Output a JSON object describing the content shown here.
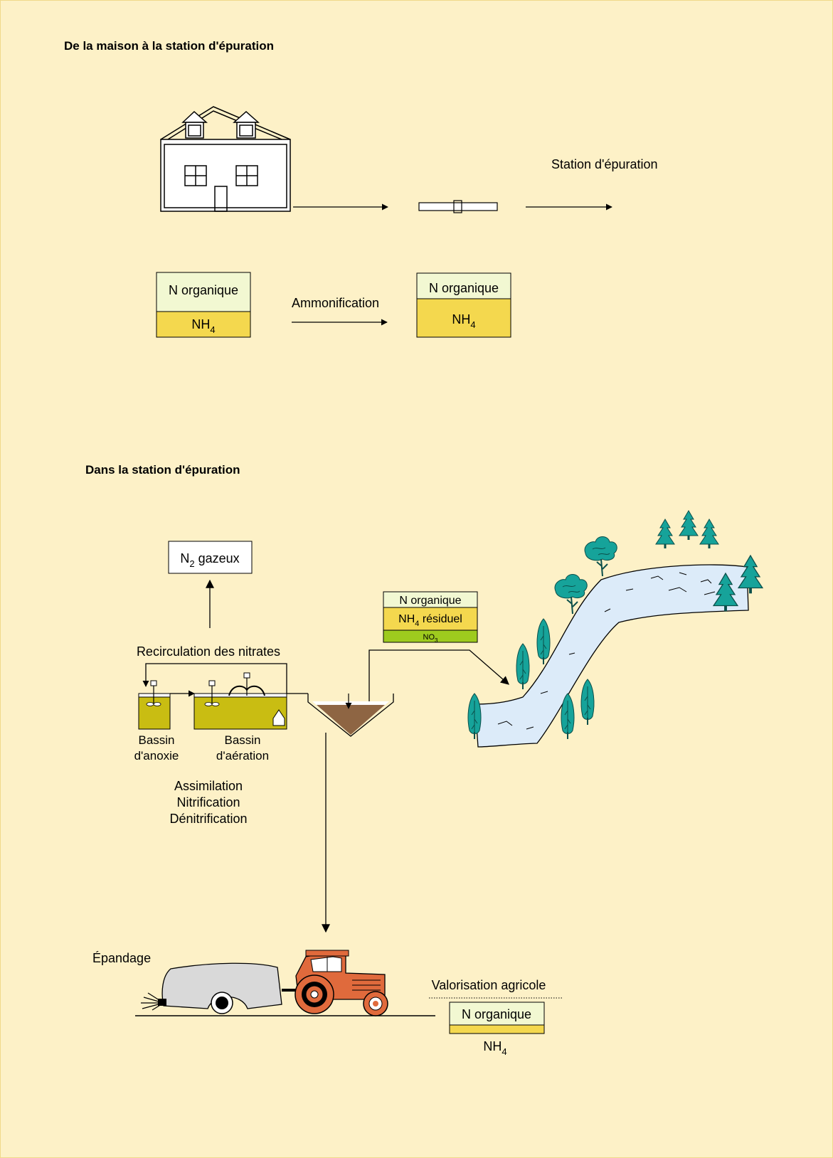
{
  "colors": {
    "background": "#fdf1c7",
    "frame_border": "#f0d98a",
    "n_organique": "#f2f8d2",
    "nh4": "#f4d84e",
    "no3": "#9ecb1e",
    "basin_liquid": "#c9bd12",
    "sludge": "#7a4a22",
    "river": "#dcebf9",
    "tree": "#16a39a",
    "tractor": "#e06a3c",
    "tank": "#d9d9d9"
  },
  "section1": {
    "title": "De la maison à la station d'épuration",
    "station_label": "Station d'épuration",
    "box_left": {
      "n_organique": "N organique",
      "nh4_base": "NH",
      "nh4_sub": "4"
    },
    "process_label": "Ammonification",
    "box_right": {
      "n_organique": "N organique",
      "nh4_base": "NH",
      "nh4_sub": "4"
    },
    "icons": [
      "house-icon",
      "pipe-icon"
    ]
  },
  "section2": {
    "title": "Dans la station d'épuration",
    "gas_box": {
      "base": "N",
      "sub": "2",
      "rest": " gazeux"
    },
    "recirculation_label": "Recirculation des nitrates",
    "basin_anoxie": [
      "Bassin",
      "d'anoxie"
    ],
    "basin_aeration": [
      "Bassin",
      "d'aération"
    ],
    "processes": [
      "Assimilation",
      "Nitrification",
      "Dénitrification"
    ],
    "effluent_box": {
      "n_organique": "N organique",
      "nh4_base": "NH",
      "nh4_sub": "4",
      "nh4_rest": " résiduel",
      "no3_base": "NO",
      "no3_sub": "3"
    },
    "spreading_label": "Épandage",
    "valorisation_label": "Valorisation agricole",
    "agri_box": {
      "n_organique": "N organique",
      "nh4_base": "NH",
      "nh4_sub": "4"
    },
    "icons": [
      "river-icon",
      "tree-icon",
      "tractor-icon",
      "slurry-tank-icon",
      "clarifier-icon"
    ]
  }
}
